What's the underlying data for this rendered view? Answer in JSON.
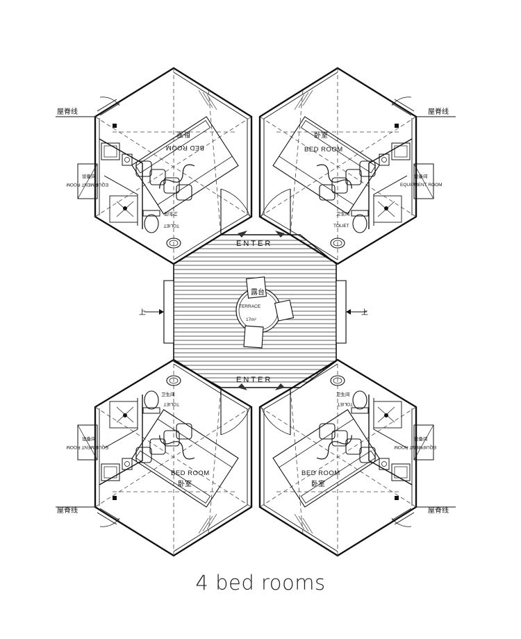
{
  "caption": "4 bed rooms",
  "labels": {
    "enter": "ENTER",
    "terrace": "TERRACE",
    "terrace_cn": "露台",
    "terrace_area": "17m²",
    "bedroom": "BED ROOM",
    "bedroom_cn": "卧室",
    "toilet": "TOLIET",
    "toilet_cn": "卫生间",
    "equipment": "EQUIPMENT ROOM",
    "equipment_cn": "设备间",
    "ridge_cn": "屋脊线",
    "up_cn": "上"
  }
}
